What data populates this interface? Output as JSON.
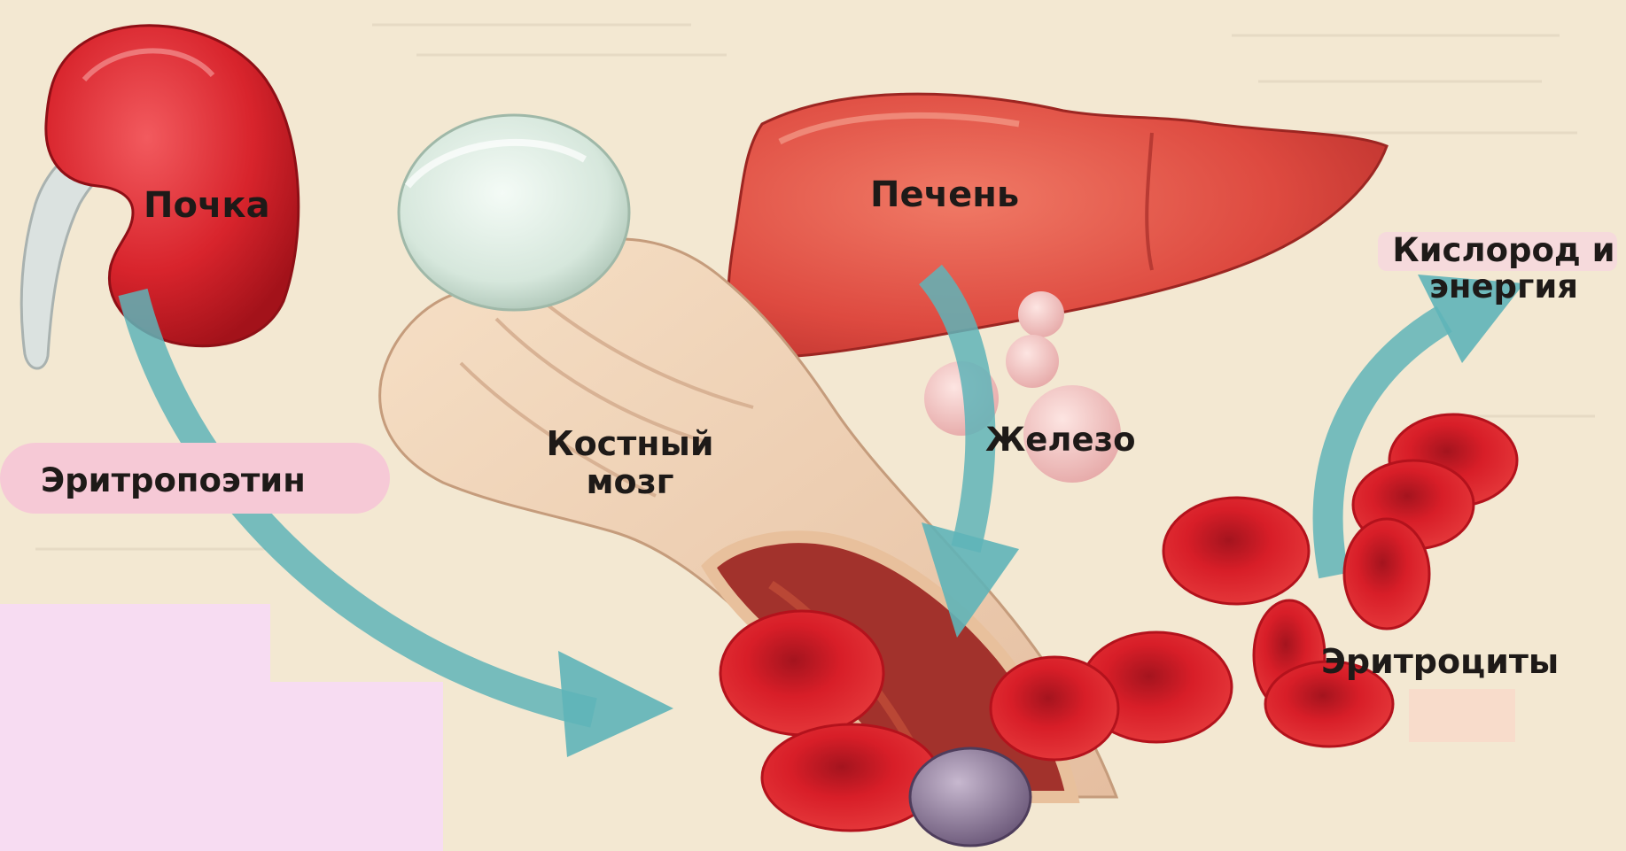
{
  "labels": {
    "kidney": "Почка",
    "liver": "Печень",
    "erythropoietin": "Эритропоэтин",
    "bone_marrow": "Костный мозг",
    "iron": "Железо",
    "oxygen_energy": "Кислород и энергия",
    "erythrocytes": "Эритроциты"
  },
  "colors": {
    "background": "#f3e8d2",
    "organ_red": "#d8242c",
    "liver_red": "#de4a40",
    "arrow_teal": "#5fb4b8",
    "label_pink": "#f6c9d6",
    "panel_pink": "#f7dcf2",
    "bone": "#f0d2b4",
    "cartilage": "#dcebe1"
  }
}
